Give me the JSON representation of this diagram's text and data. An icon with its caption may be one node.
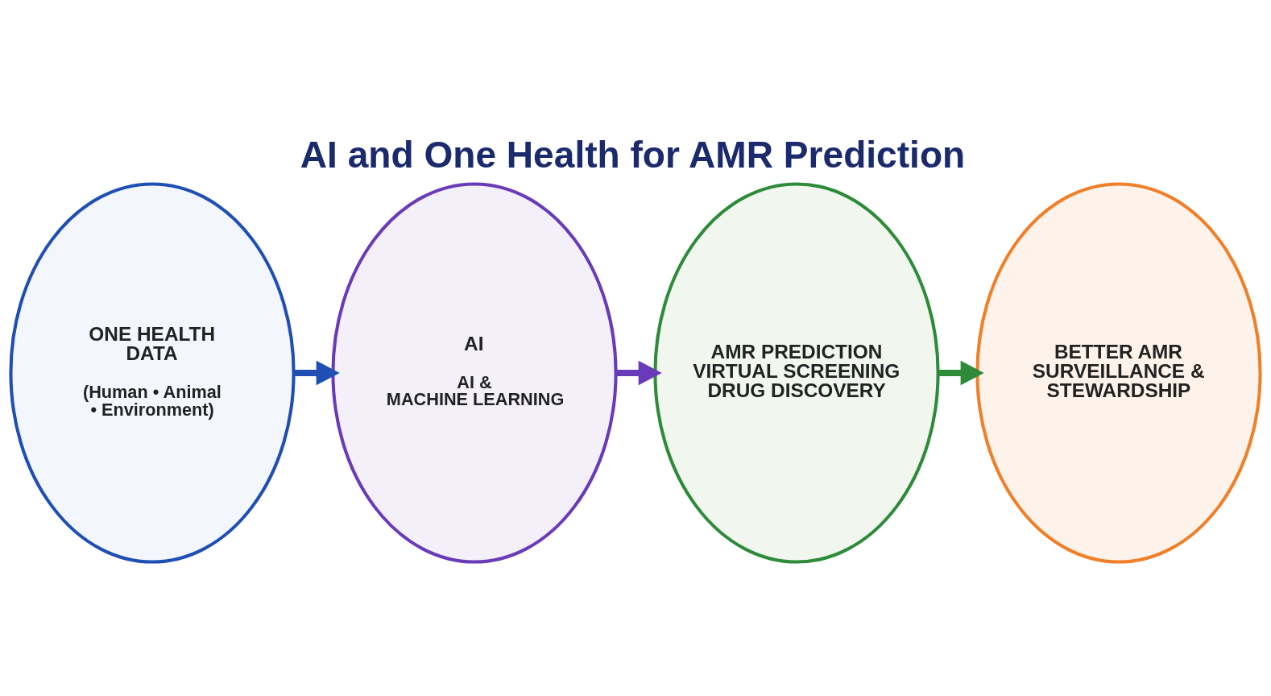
{
  "diagram": {
    "title": "AI and One Health for AMR Prediction",
    "nodes": [
      {
        "text": [
          "ONE HEALTH DATA",
          "(Human • Animal • Environment)"
        ]
      },
      {
        "text": [
          "AI",
          "AI & MACHINE LEARNING"
        ]
      },
      {
        "text": [
          "AMR PREDICTION VIRTUAL SCREENING DRUG DISCOVERY"
        ]
      },
      {
        "text": [
          "BETTER AMR SURVEILLANCE & STEWARDSHIP"
        ]
      }
    ],
    "edges": [
      {
        "from": 0,
        "to": 1,
        "arrow": "to",
        "color": "#1f4fb5"
      },
      {
        "from": 1,
        "to": 2,
        "arrow": "to",
        "color": "#6a3bb8"
      },
      {
        "from": 2,
        "to": 3,
        "arrow": "to",
        "color": "#2e8b3a"
      }
    ]
  }
}
